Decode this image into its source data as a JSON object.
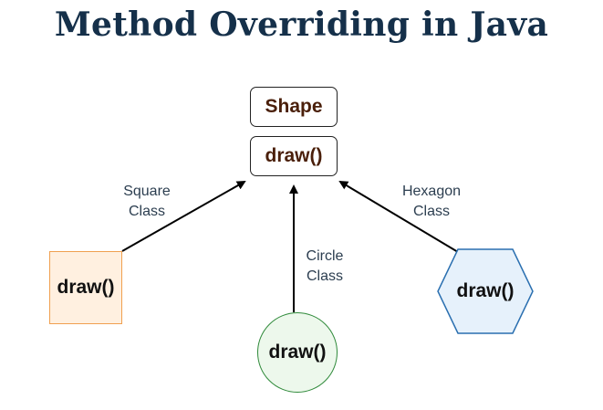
{
  "title": "Method Overriding in Java",
  "parent": {
    "class_name": "Shape",
    "method": "draw()"
  },
  "children": [
    {
      "label_line1": "Square",
      "label_line2": "Class",
      "method": "draw()",
      "shape": "square"
    },
    {
      "label_line1": "Circle",
      "label_line2": "Class",
      "method": "draw()",
      "shape": "circle"
    },
    {
      "label_line1": "Hexagon",
      "label_line2": "Class",
      "method": "draw()",
      "shape": "hexagon"
    }
  ],
  "colors": {
    "title": "#15304a",
    "parent_text": "#4a1f0a",
    "square_border": "#f0a050",
    "square_fill": "#fff0e0",
    "circle_border": "#2f8a3a",
    "circle_fill": "#edf8ec",
    "hexagon_border": "#2a6fb0",
    "hexagon_fill": "#e6f1fb",
    "arrow": "#000000"
  }
}
